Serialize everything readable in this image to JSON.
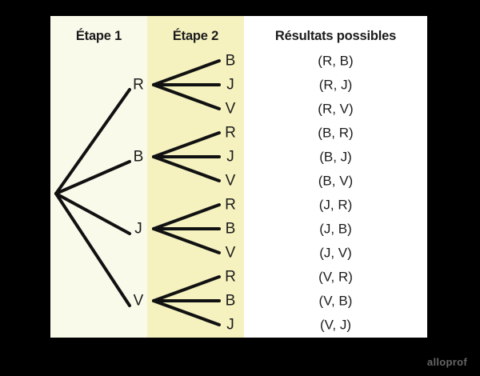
{
  "diagram": {
    "title_columns": {
      "stage1": "Étape 1",
      "stage2": "Étape 2",
      "results": "Résultats possibles"
    },
    "colors": {
      "background": "#000000",
      "card": "#ffffff",
      "band_stage1": "#fafaeb",
      "band_stage2": "#f5f2c0",
      "line": "#111111",
      "text": "#1b1b1b",
      "watermark": "#666666"
    },
    "stage1_nodes": [
      {
        "label": "R"
      },
      {
        "label": "B"
      },
      {
        "label": "J"
      },
      {
        "label": "V"
      }
    ],
    "stage2_nodes": [
      {
        "label": "B"
      },
      {
        "label": "J"
      },
      {
        "label": "V"
      },
      {
        "label": "R"
      },
      {
        "label": "J"
      },
      {
        "label": "V"
      },
      {
        "label": "R"
      },
      {
        "label": "B"
      },
      {
        "label": "V"
      },
      {
        "label": "R"
      },
      {
        "label": "B"
      },
      {
        "label": "J"
      }
    ],
    "results": [
      "(R, B)",
      "(R, J)",
      "(R, V)",
      "(B, R)",
      "(B, J)",
      "(B, V)",
      "(J, R)",
      "(J, B)",
      "(J, V)",
      "(V, R)",
      "(V, B)",
      "(V, J)"
    ],
    "watermark": "alloprof"
  },
  "chart_data": {
    "type": "tree",
    "title": "",
    "stages": [
      "Étape 1",
      "Étape 2"
    ],
    "outcome_header": "Résultats possibles",
    "branching": [
      {
        "stage1": "R",
        "stage2": [
          "B",
          "J",
          "V"
        ]
      },
      {
        "stage1": "B",
        "stage2": [
          "R",
          "J",
          "V"
        ]
      },
      {
        "stage1": "J",
        "stage2": [
          "R",
          "B",
          "V"
        ]
      },
      {
        "stage1": "V",
        "stage2": [
          "R",
          "B",
          "J"
        ]
      }
    ],
    "outcomes": [
      "(R, B)",
      "(R, J)",
      "(R, V)",
      "(B, R)",
      "(B, J)",
      "(B, V)",
      "(J, R)",
      "(J, B)",
      "(J, V)",
      "(V, R)",
      "(V, B)",
      "(V, J)"
    ],
    "total_outcomes": 12
  }
}
